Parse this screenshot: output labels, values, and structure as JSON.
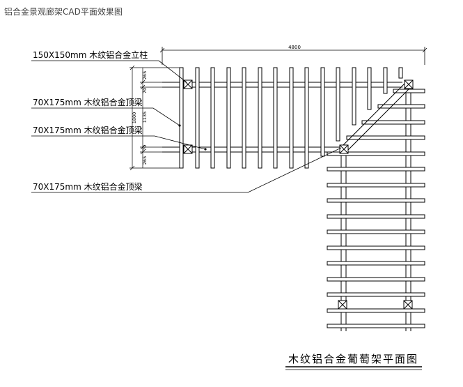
{
  "page_title": "铝合金景观廊架CAD平面效果图",
  "callouts": {
    "post": "150X150mm 木纹铝合金立柱",
    "beam_1": "70X175mm 木纹铝合金顶梁",
    "beam_2": "70X175mm 木纹铝合金顶梁",
    "beam_3": "70X175mm 木纹铝合金顶梁"
  },
  "dimensions": {
    "overall_width": "4800",
    "side_total": "1800",
    "seg_265_top": "265",
    "seg_70_top": "70",
    "seg_1135": "1135",
    "seg_70_bottom": "70",
    "seg_265_bottom": "265"
  },
  "drawing_title": "木纹铝合金葡萄架平面图",
  "colors": {
    "line": "#000000",
    "caption": "#444444",
    "background": "#ffffff"
  }
}
